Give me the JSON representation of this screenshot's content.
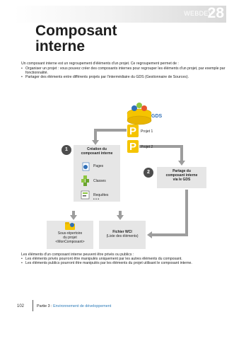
{
  "header": {
    "brand": "WEBDEV",
    "version": "28"
  },
  "title": {
    "line1": "Composant",
    "line2": "interne"
  },
  "intro": {
    "paragraph": "Un composant interne est un regroupement d'éléments d'un projet. Ce regroupement permet de :",
    "bullets": [
      "Organiser un projet : vous pouvez créer des composants internes pour regrouper les éléments d'un projet, par exemple par fonctionnalité.",
      "Partager des éléments entre différents projets par l'intermédiaire du GDS (Gestionnaire de Sources)."
    ]
  },
  "diagram": {
    "gds_label": "GDS",
    "projet1": "Projet 1",
    "projet2": "Projet 2",
    "step1_number": "1",
    "step1_title_line1": "Création du",
    "step1_title_line2": "composant interne",
    "items": [
      "Pages",
      "Classes",
      "Requêtes"
    ],
    "more": "• • •",
    "step2_number": "2",
    "step2_line1": "Partage du",
    "step2_line2": "composant interne",
    "step2_line3": "via le GDS",
    "subdir_line1": "Sous-répertoire",
    "subdir_line2": "du projet",
    "subdir_line3": "<MonComposant>",
    "wci_line1": "Fichier WCI",
    "wci_line2": "(Liste des éléments)",
    "colors": {
      "accent_green": "#8dc63f",
      "arrow_gray": "#9d9d9d",
      "box_gray": "#e6e6e6",
      "number_dark": "#4d4d4d",
      "gds_yellow": "#f5c400",
      "gds_blue": "#2f6fb7"
    }
  },
  "outro": {
    "paragraph": "Les éléments d'un composant interne peuvent être privés ou publics :",
    "bullets": [
      "Les éléments privés pourront être manipulés uniquement par les autres éléments du composant.",
      "Les éléments publics pourront être manipulés par les éléments du projet utilisant le composant interne."
    ]
  },
  "footer": {
    "page_number": "102",
    "part_prefix": "Partie 3 : ",
    "part_title": "Environnement de développement"
  }
}
